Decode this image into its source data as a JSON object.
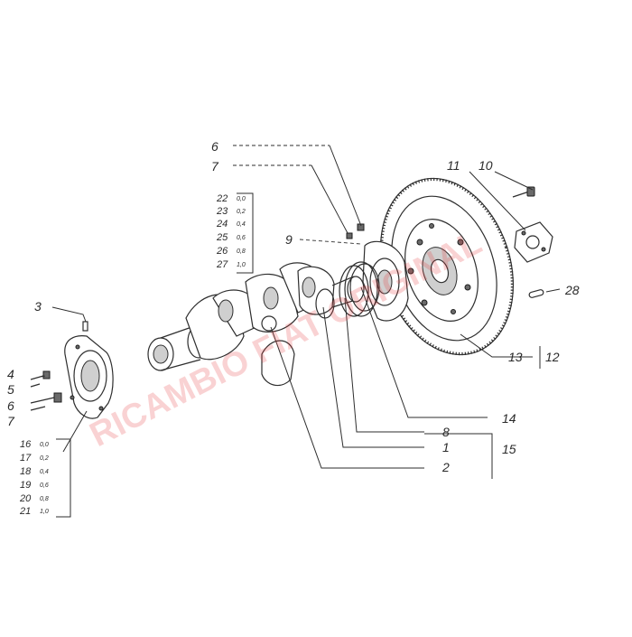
{
  "callouts": [
    {
      "id": "3",
      "text": "3"
    },
    {
      "id": "4",
      "text": "4"
    },
    {
      "id": "5",
      "text": "5"
    },
    {
      "id": "6a",
      "text": "6"
    },
    {
      "id": "7a",
      "text": "7"
    },
    {
      "id": "6b",
      "text": "6"
    },
    {
      "id": "7b",
      "text": "7"
    },
    {
      "id": "9",
      "text": "9"
    },
    {
      "id": "10",
      "text": "10"
    },
    {
      "id": "11",
      "text": "11"
    },
    {
      "id": "28",
      "text": "28"
    },
    {
      "id": "13",
      "text": "13"
    },
    {
      "id": "12",
      "text": "12"
    },
    {
      "id": "14",
      "text": "14"
    },
    {
      "id": "8",
      "text": "8"
    },
    {
      "id": "1",
      "text": "1"
    },
    {
      "id": "15",
      "text": "15"
    },
    {
      "id": "2",
      "text": "2"
    }
  ],
  "shim_table_upper": [
    {
      "no": "22",
      "size": "0,0"
    },
    {
      "no": "23",
      "size": "0,2"
    },
    {
      "no": "24",
      "size": "0,4"
    },
    {
      "no": "25",
      "size": "0,6"
    },
    {
      "no": "26",
      "size": "0,8"
    },
    {
      "no": "27",
      "size": "1,0"
    }
  ],
  "shim_table_lower": [
    {
      "no": "16",
      "size": "0,0"
    },
    {
      "no": "17",
      "size": "0,2"
    },
    {
      "no": "18",
      "size": "0,4"
    },
    {
      "no": "19",
      "size": "0,6"
    },
    {
      "no": "20",
      "size": "0,8"
    },
    {
      "no": "21",
      "size": "1,0"
    }
  ],
  "watermark": "RICAMBIO FIAT ORIGINAL",
  "colors": {
    "ink": "#2e2e2e",
    "watermark": "#e8383a",
    "background": "#ffffff"
  }
}
